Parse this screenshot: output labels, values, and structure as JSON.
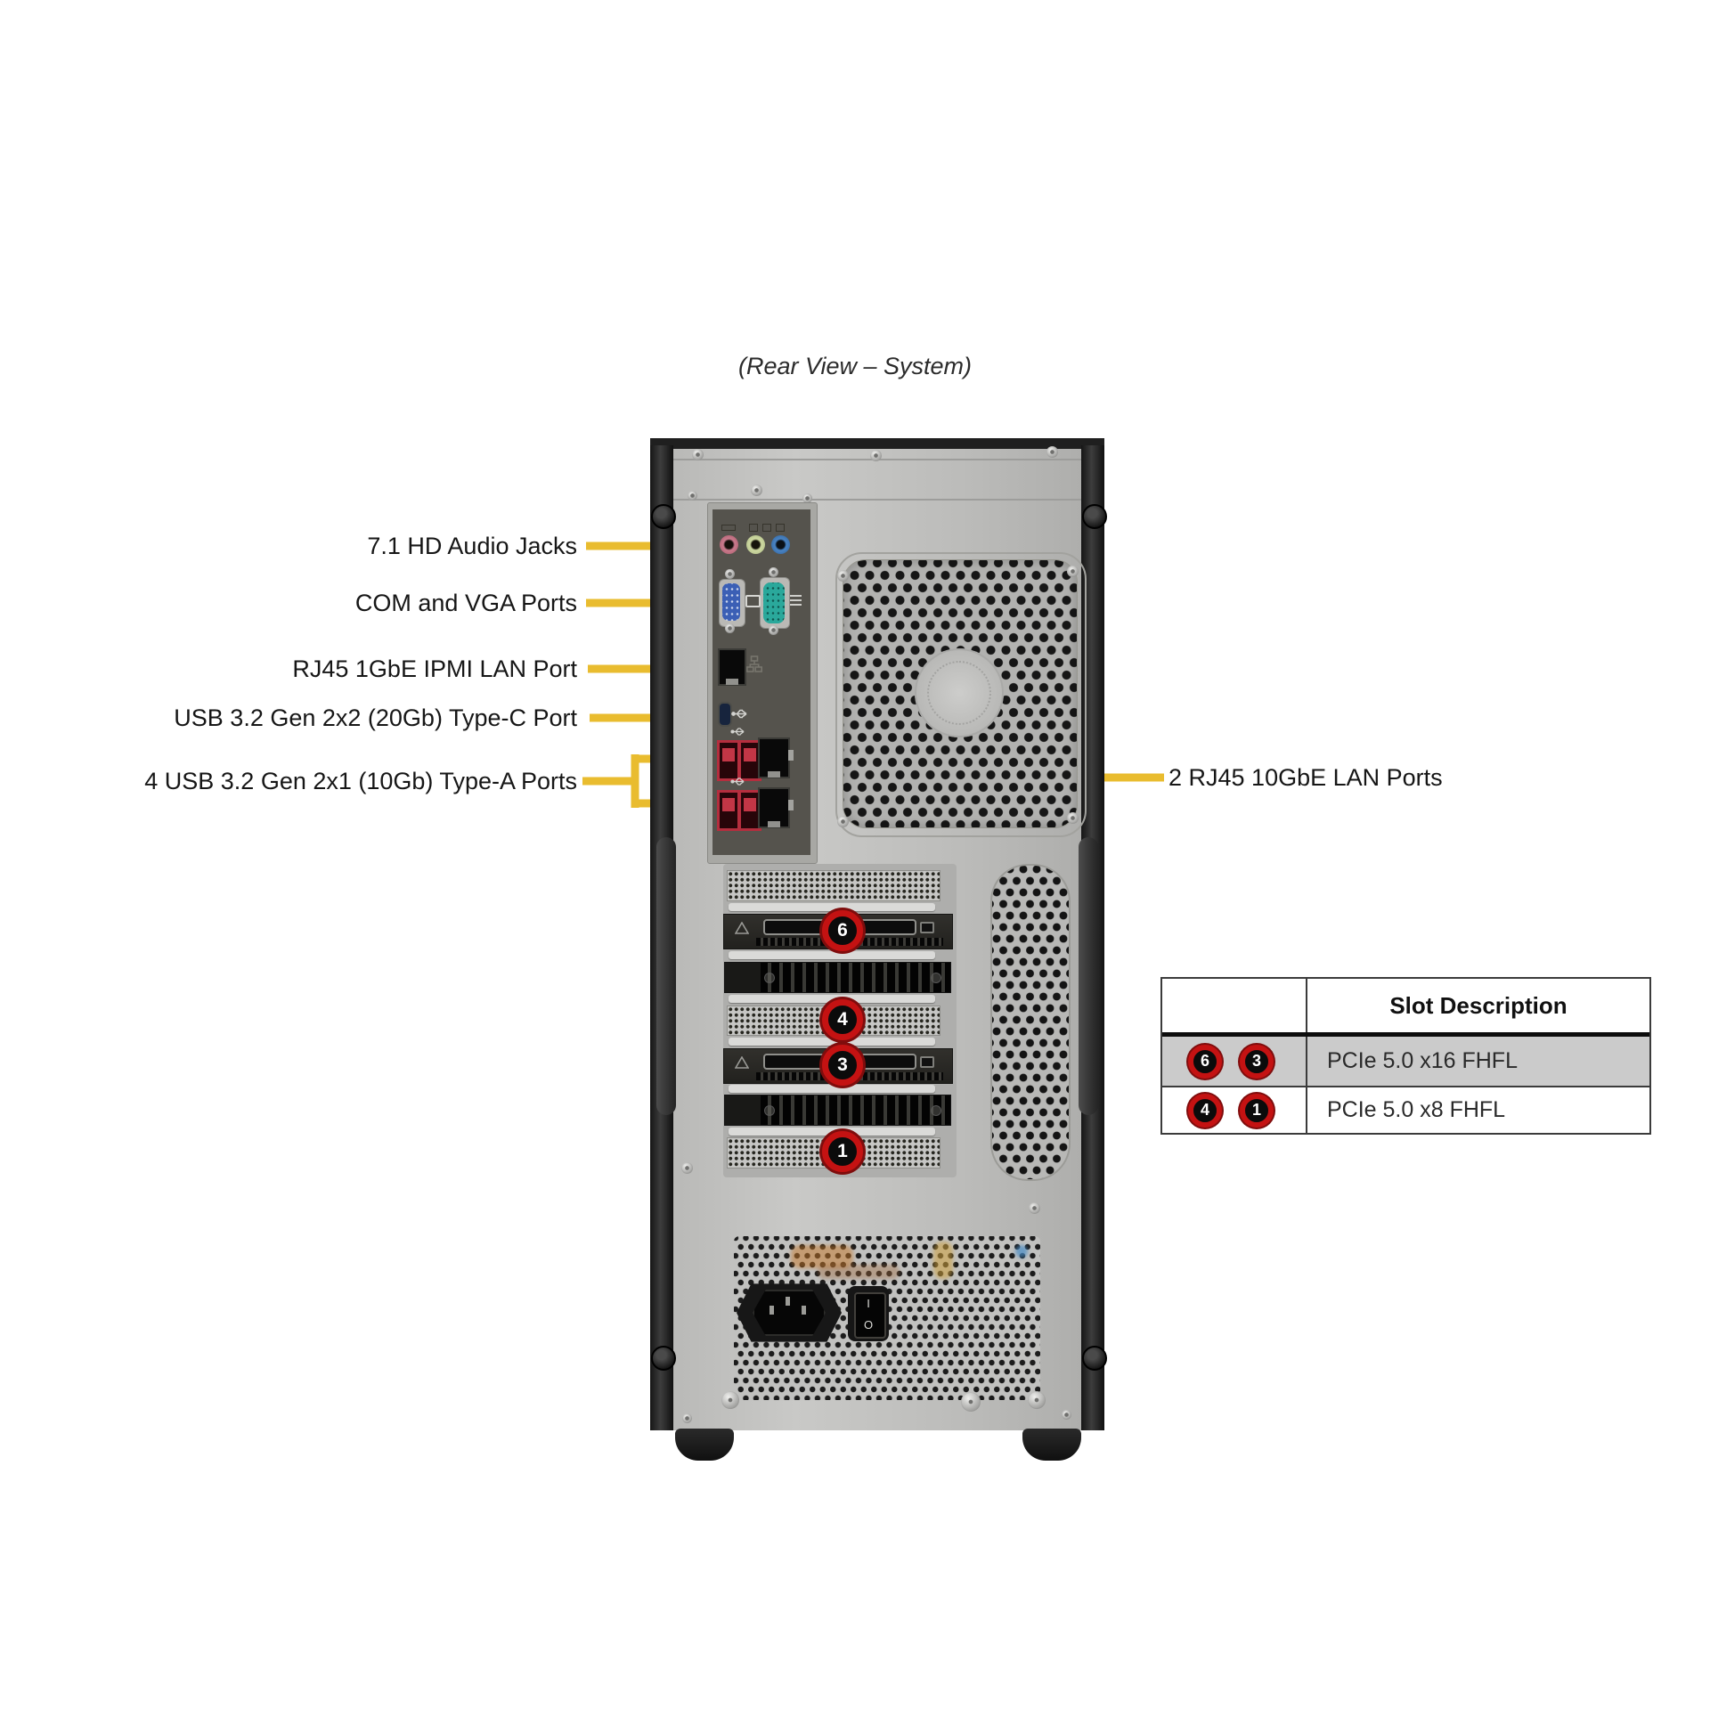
{
  "title": "(Rear View – System)",
  "callouts": {
    "left": [
      {
        "label": "7.1 HD Audio Jacks"
      },
      {
        "label": "COM and VGA Ports"
      },
      {
        "label": "RJ45 1GbE IPMI LAN Port"
      },
      {
        "label": "USB 3.2 Gen 2x2 (20Gb) Type-C Port"
      },
      {
        "label": "4 USB 3.2 Gen 2x1 (10Gb) Type-A Ports"
      }
    ],
    "right": [
      {
        "label": "2 RJ45 10GbE LAN Ports"
      }
    ]
  },
  "chassis": {
    "slot_badges": [
      "6",
      "4",
      "3",
      "1"
    ]
  },
  "psu": {
    "switch_marks": [
      "I",
      "O"
    ]
  },
  "table": {
    "header": [
      "",
      "Slot Description"
    ],
    "rows": [
      {
        "badges": [
          "6",
          "3"
        ],
        "description": "PCIe 5.0 x16 FHFL"
      },
      {
        "badges": [
          "4",
          "1"
        ],
        "description": "PCIe 5.0 x8 FHFL"
      }
    ]
  },
  "colors": {
    "callout_line": "#E9BC2F",
    "badge_ring": "#C41212",
    "table_alt_row_bg": "#CBCBCB"
  }
}
